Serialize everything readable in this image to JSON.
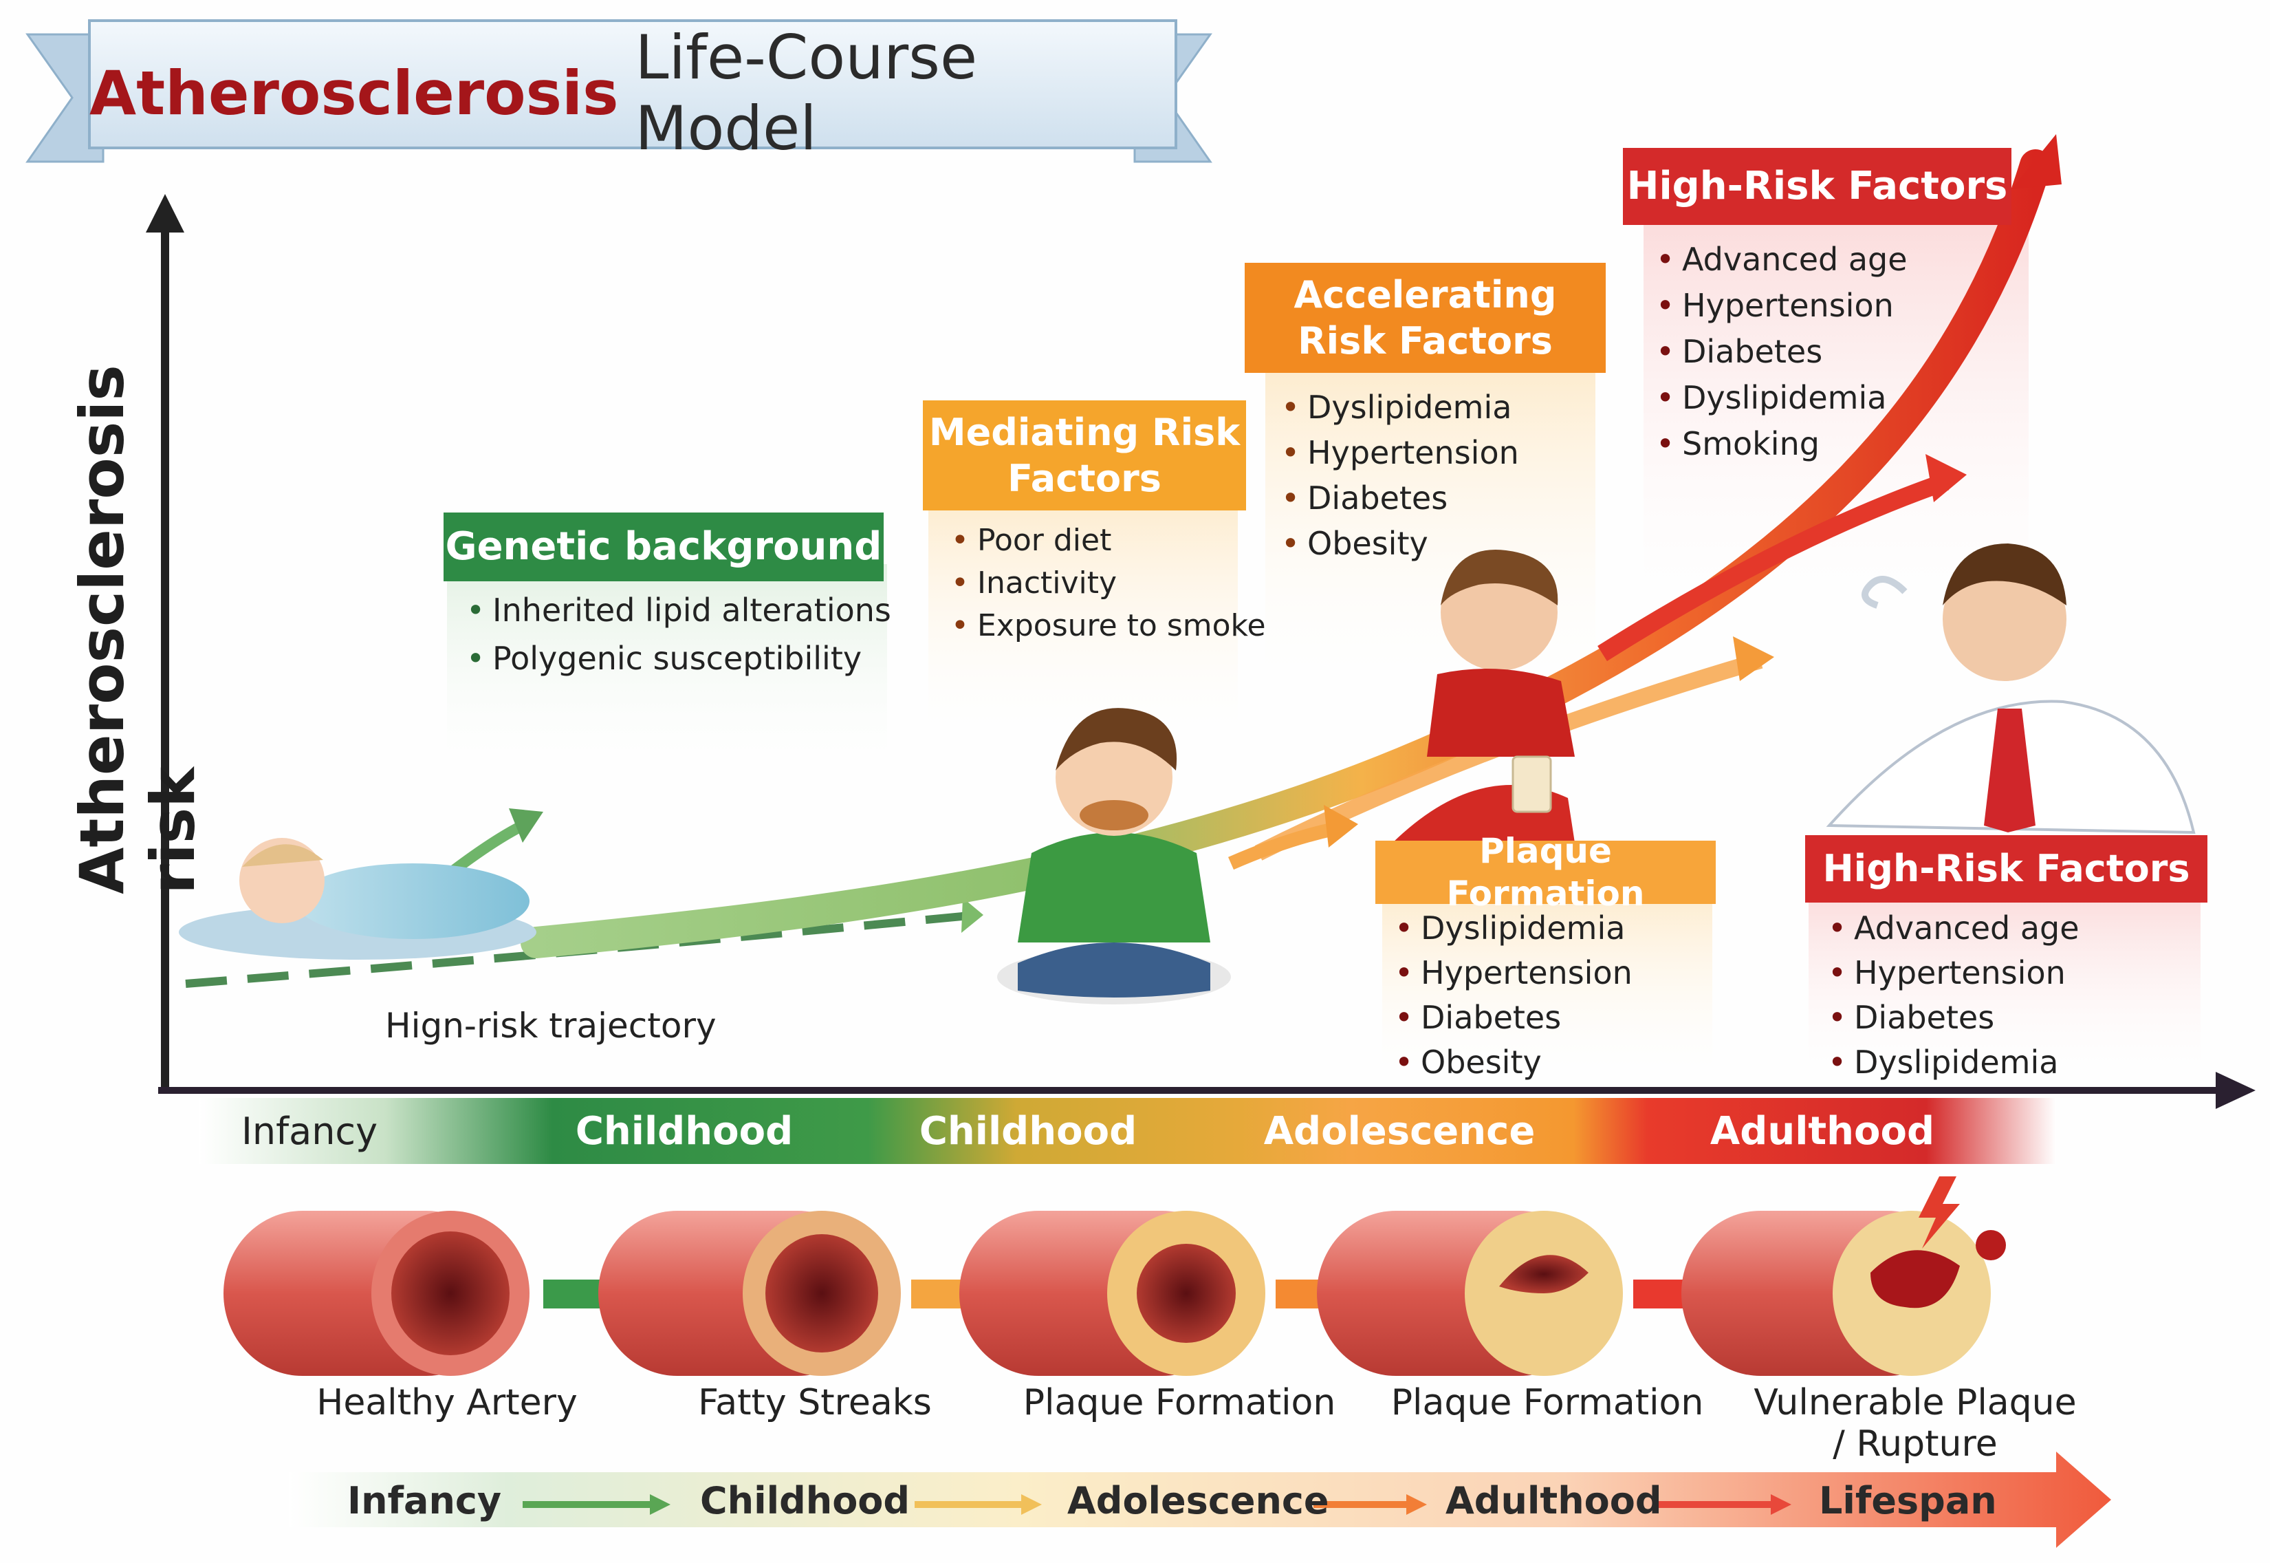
{
  "title": {
    "highlight": "Atherosclerosis",
    "rest": "Life-Course Model"
  },
  "y_axis_label": "Atherosclerosis risk",
  "trajectory_label": "Hign-risk trajectory",
  "risk_boxes": [
    {
      "title": "Genetic background",
      "items": [
        "Inherited lipid alterations",
        "Polygenic susceptibility"
      ]
    },
    {
      "title": "Mediating Risk Factors",
      "items": [
        "Poor diet",
        "Inactivity",
        "Exposure to smoke"
      ]
    },
    {
      "title": "Accelerating Risk Factors",
      "items": [
        "Dyslipidemia",
        "Hypertension",
        "Diabetes",
        "Obesity"
      ]
    },
    {
      "title": "High-Risk Factors",
      "items": [
        "Advanced age",
        "Hypertension",
        "Diabetes",
        "Dyslipidemia",
        "Smoking"
      ]
    },
    {
      "title": "Plaque Formation",
      "items": [
        "Dyslipidemia",
        "Hypertension",
        "Diabetes",
        "Obesity"
      ]
    },
    {
      "title": "High-Risk Factors",
      "items": [
        "Advanced age",
        "Hypertension",
        "Diabetes",
        "Dyslipidemia"
      ]
    }
  ],
  "timeline": [
    "Infancy",
    "Childhood",
    "Childhood",
    "Adolescence",
    "Adulthood"
  ],
  "artery_stages": [
    "Healthy Artery",
    "Fatty Streaks",
    "Plaque Formation",
    "Plaque Formation",
    "Vulnerable Plaque / Rupture"
  ],
  "lifespan_arrow": [
    "Infancy",
    "Childhood",
    "Adolescence",
    "Adulthood",
    "Lifespan"
  ],
  "colors": {
    "green": "#2e8b45",
    "mustard": "#d6a530",
    "orange": "#f28a20",
    "red": "#d42a2a",
    "title_red": "#a4161a"
  }
}
